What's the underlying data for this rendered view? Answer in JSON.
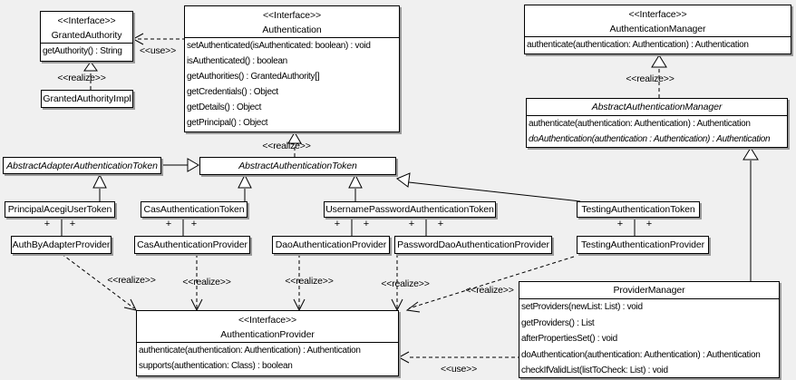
{
  "colors": {
    "background": "#f0f0f0",
    "box_fill": "#ffffff",
    "line": "#000000",
    "shadow": "#9a9a9a"
  },
  "plus": "+",
  "classes": [
    {
      "stereotype": "<<Interface>>",
      "name": "GrantedAuthority",
      "methods": [
        "getAuthority() : String"
      ]
    },
    {
      "name": "GrantedAuthorityImpl"
    },
    {
      "stereotype": "<<Interface>>",
      "name": "Authentication",
      "methods": [
        "setAuthenticated(isAuthenticated: boolean) : void",
        "isAuthenticated() : boolean",
        "getAuthorities() : GrantedAuthority[]",
        "getCredentials() : Object",
        "getDetails() : Object",
        "getPrincipal() : Object"
      ]
    },
    {
      "stereotype": "<<Interface>>",
      "name": "AuthenticationManager",
      "methods": [
        "authenticate(authentication: Authentication) : Authentication"
      ]
    },
    {
      "name": "AbstractAuthenticationManager",
      "methods": [
        "authenticate(authentication: Authentication) : Authentication",
        "doAuthentication(authentication : Authentication) : Authentication"
      ]
    },
    {
      "name": "AbstractAdapterAuthenticationToken"
    },
    {
      "name": "AbstractAuthenticationToken"
    },
    {
      "name": "PrincipalAcegiUserToken"
    },
    {
      "name": "CasAuthenticationToken"
    },
    {
      "name": "UsernamePasswordAuthenticationToken"
    },
    {
      "name": "TestingAuthenticationToken"
    },
    {
      "name": "AuthByAdapterProvider"
    },
    {
      "name": "CasAuthenticationProvider"
    },
    {
      "name": "DaoAuthenticationProvider"
    },
    {
      "name": "PasswordDaoAuthenticationProvider"
    },
    {
      "name": "TestingAuthenticationProvider"
    },
    {
      "stereotype": "<<Interface>>",
      "name": "AuthenticationProvider",
      "methods": [
        "authenticate(authentication: Authentication) : Authentication",
        "supports(authentication: Class) : boolean"
      ]
    },
    {
      "name": "ProviderManager",
      "methods": [
        "setProviders(newList: List) : void",
        "getProviders() : List",
        "afterPropertiesSet() : void",
        "doAuthentication(authentication: Authentication) : Authentication",
        "checkIfValidList(listToCheck: List) : void"
      ]
    }
  ],
  "edge_labels": [
    {
      "text": "<<use>>"
    },
    {
      "text": "<<realize>>"
    },
    {
      "text": "<<realize>>"
    },
    {
      "text": "<<realize>>"
    },
    {
      "text": "<<realize>>"
    },
    {
      "text": "<<realize>>"
    },
    {
      "text": "<<realize>>"
    },
    {
      "text": "<<realize>>"
    },
    {
      "text": "<<realize>>"
    },
    {
      "text": "<<use>>"
    }
  ]
}
